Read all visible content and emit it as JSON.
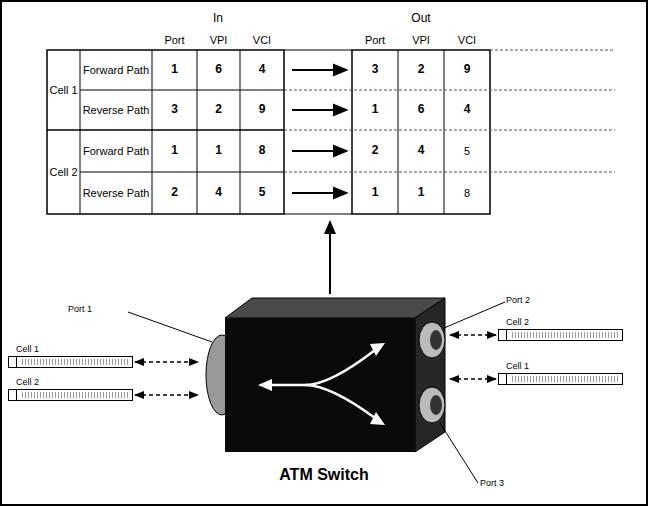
{
  "diagram": {
    "nodes": [
      {
        "text": [
          "ATM Switch"
        ]
      },
      {
        "text": [
          "Cell 1"
        ]
      },
      {
        "text": [
          "Cell 2"
        ]
      },
      {
        "text": [
          "Cell 2"
        ]
      },
      {
        "text": [
          "Cell 1"
        ]
      }
    ],
    "edges": [
      {
        "from": 1,
        "to": 0,
        "arrow": "both"
      },
      {
        "from": 2,
        "to": 0,
        "arrow": "both"
      },
      {
        "from": 0,
        "to": 3,
        "arrow": "both"
      },
      {
        "from": 0,
        "to": 4,
        "arrow": "both"
      }
    ],
    "labels": [
      "In",
      "Out",
      "Port",
      "VPI",
      "VCI",
      "Port",
      "VPI",
      "VCI",
      "Cell 1",
      "Forward Path",
      "1",
      "6",
      "4",
      "3",
      "2",
      "9",
      "Reverse Path",
      "3",
      "2",
      "9",
      "1",
      "6",
      "4",
      "Cell 2",
      "Forward Path",
      "1",
      "1",
      "8",
      "2",
      "4",
      "5",
      "Reverse Path",
      "2",
      "4",
      "5",
      "1",
      "1",
      "8",
      "Port 1",
      "Port 2",
      "Port 3"
    ]
  }
}
